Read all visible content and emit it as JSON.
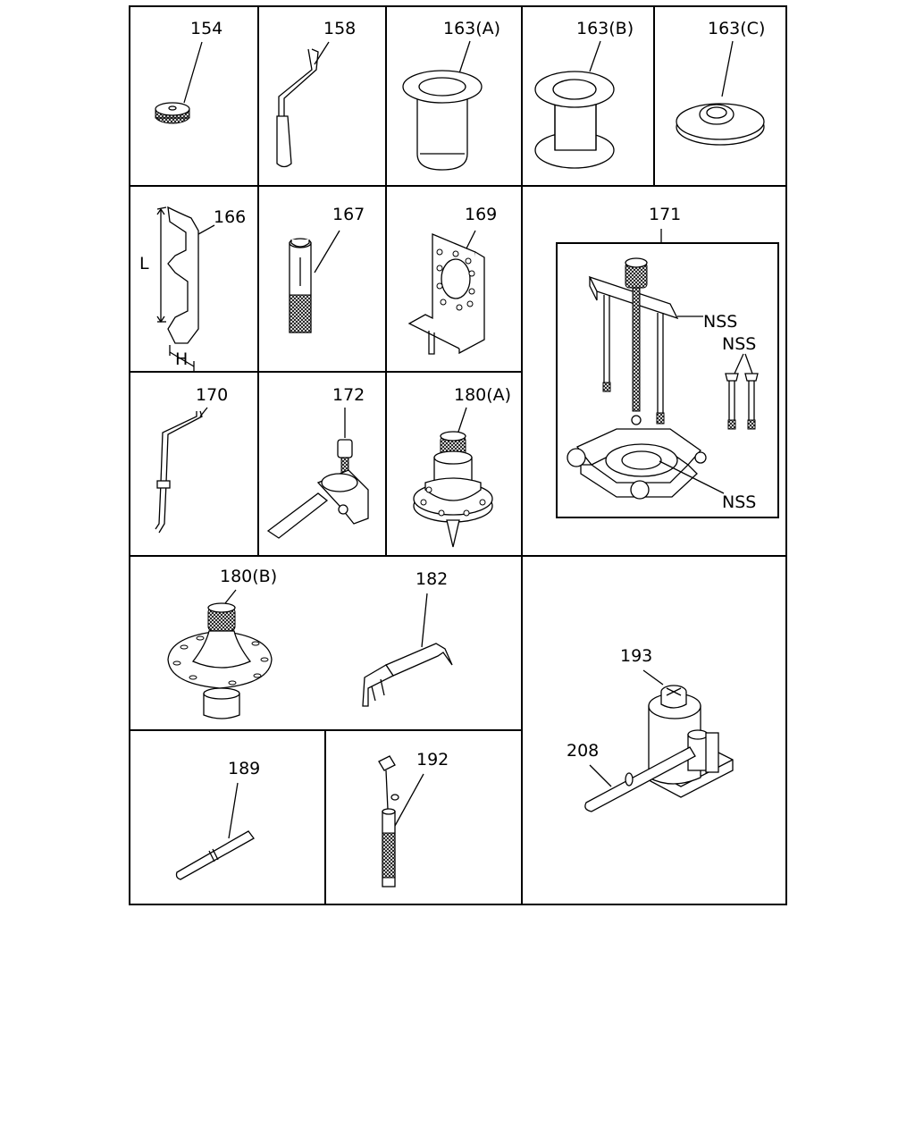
{
  "parts": {
    "p154": "154",
    "p158": "158",
    "p163a": "163(A)",
    "p163b": "163(B)",
    "p163c": "163(C)",
    "p166": "166",
    "p166_L": "L",
    "p166_H": "H",
    "p167": "167",
    "p169": "169",
    "p171": "171",
    "p170": "170",
    "p172": "172",
    "p180a": "180(A)",
    "p180b": "180(B)",
    "p182": "182",
    "p189": "189",
    "p192": "192",
    "p193": "193",
    "p208": "208"
  },
  "nss": {
    "label1": "NSS",
    "label2": "NSS",
    "label3": "NSS"
  }
}
